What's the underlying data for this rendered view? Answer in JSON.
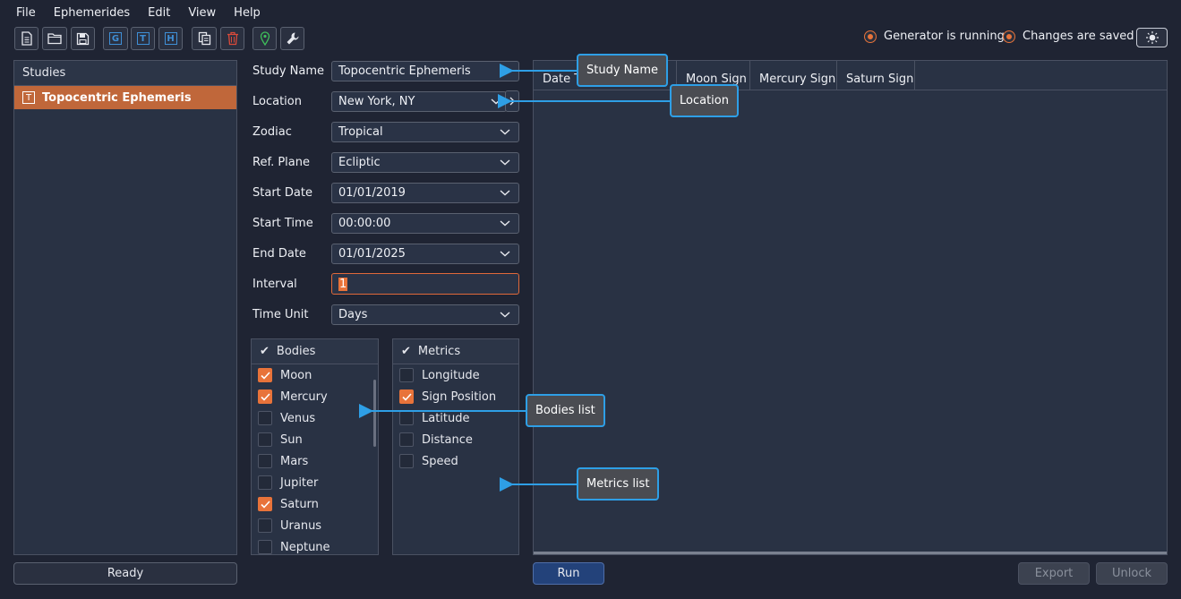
{
  "menu": [
    "File",
    "Ephemerides",
    "Edit",
    "View",
    "Help"
  ],
  "toolbar": {
    "letter_g": "G",
    "letter_t": "T",
    "letter_h": "H"
  },
  "status": {
    "generator": "Generator is running",
    "saved": "Changes are saved",
    "accent": "#e8733a"
  },
  "studies": {
    "header": "Studies",
    "items": [
      {
        "icon": "T",
        "label": "Topocentric Ephemeris"
      }
    ],
    "ready_label": "Ready"
  },
  "form": {
    "study_name": {
      "label": "Study Name",
      "value": "Topocentric Ephemeris"
    },
    "location": {
      "label": "Location",
      "value": "New York, NY"
    },
    "zodiac": {
      "label": "Zodiac",
      "value": "Tropical"
    },
    "ref_plane": {
      "label": "Ref. Plane",
      "value": "Ecliptic"
    },
    "start_date": {
      "label": "Start Date",
      "value": "01/01/2019"
    },
    "start_time": {
      "label": "Start Time",
      "value": "00:00:00"
    },
    "end_date": {
      "label": "End Date",
      "value": "01/01/2025"
    },
    "interval": {
      "label": "Interval",
      "value": "1"
    },
    "time_unit": {
      "label": "Time Unit",
      "value": "Days"
    }
  },
  "bodies": {
    "header": "Bodies",
    "items": [
      {
        "label": "Moon",
        "checked": true
      },
      {
        "label": "Mercury",
        "checked": true
      },
      {
        "label": "Venus",
        "checked": false
      },
      {
        "label": "Sun",
        "checked": false
      },
      {
        "label": "Mars",
        "checked": false
      },
      {
        "label": "Jupiter",
        "checked": false
      },
      {
        "label": "Saturn",
        "checked": true
      },
      {
        "label": "Uranus",
        "checked": false
      },
      {
        "label": "Neptune",
        "checked": false
      }
    ]
  },
  "metrics": {
    "header": "Metrics",
    "items": [
      {
        "label": "Longitude",
        "checked": false
      },
      {
        "label": "Sign Position",
        "checked": true
      },
      {
        "label": "Latitude",
        "checked": false
      },
      {
        "label": "Distance",
        "checked": false
      },
      {
        "label": "Speed",
        "checked": false
      }
    ]
  },
  "results": {
    "columns": [
      "Date T",
      "Moon Sign",
      "Mercury Sign",
      "Saturn Sign"
    ]
  },
  "actions": {
    "run": "Run",
    "export": "Export",
    "unlock": "Unlock"
  },
  "callouts": {
    "study_name": "Study Name",
    "location": "Location",
    "bodies_list": "Bodies list",
    "metrics_list": "Metrics list"
  }
}
